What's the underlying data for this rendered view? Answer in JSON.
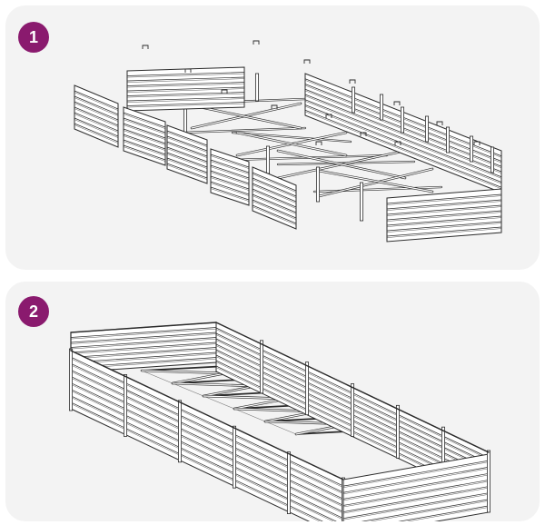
{
  "steps": [
    {
      "number": "1"
    },
    {
      "number": "2"
    }
  ],
  "colors": {
    "badge": "#8a1a6e",
    "panel": "#f3f3f3",
    "line": "#2b2b2b",
    "fill": "#ffffff"
  },
  "icons": {
    "step1": "exploded-raised-garden-bed-illustration",
    "step2": "assembled-raised-garden-bed-illustration"
  }
}
